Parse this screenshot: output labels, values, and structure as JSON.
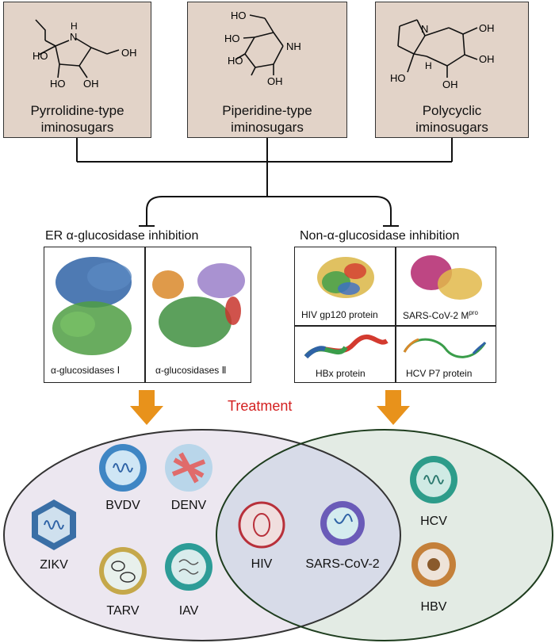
{
  "top_boxes": [
    {
      "line1": "Pyrrolidine-type",
      "line2": "iminosugars"
    },
    {
      "line1": "Piperidine-type",
      "line2": "iminosugars"
    },
    {
      "line1": "Polycyclic",
      "line2": "iminosugars"
    }
  ],
  "chem_labels": {
    "pyrrolidine": {
      "ho_left": "HO",
      "oh_right": "OH",
      "ho_bottom": "HO",
      "oh_bottom": "OH",
      "nh": "H",
      "n": "N"
    },
    "piperidine": {
      "ho_top": "HO",
      "ho_left": "HO",
      "nh": "NH",
      "ho_bottom": "HO",
      "oh_bottom": "OH"
    },
    "polycyclic": {
      "n": "N",
      "oh_top": "OH",
      "oh_right": "OH",
      "ho_left": "HO",
      "h": "H",
      "oh_bottom": "OH"
    }
  },
  "left_section": {
    "title": "ER α-glucosidase inhibition",
    "cells": [
      "α-glucosidases Ⅰ",
      "α-glucosidases Ⅱ"
    ]
  },
  "right_section": {
    "title": "Non-α-glucosidase inhibition",
    "cells": [
      "HIV gp120 protein",
      "SARS-CoV-2 M",
      "HBx protein",
      "HCV P7 protein"
    ],
    "mpro_superscript": "pro"
  },
  "treatment_label": "Treatment",
  "viruses": {
    "left": [
      "BVDV",
      "DENV",
      "ZIKV",
      "TARV",
      "IAV"
    ],
    "shared": [
      "HIV",
      "SARS-CoV-2"
    ],
    "right": [
      "HCV",
      "HBV"
    ]
  },
  "colors": {
    "box_fill": "#e2d3c8",
    "arrow": "#e8921b",
    "treatment": "#d42020",
    "left_ellipse": "#ece7f0",
    "right_ellipse": "#e3ebe4",
    "overlap": "#dcdfe8"
  }
}
